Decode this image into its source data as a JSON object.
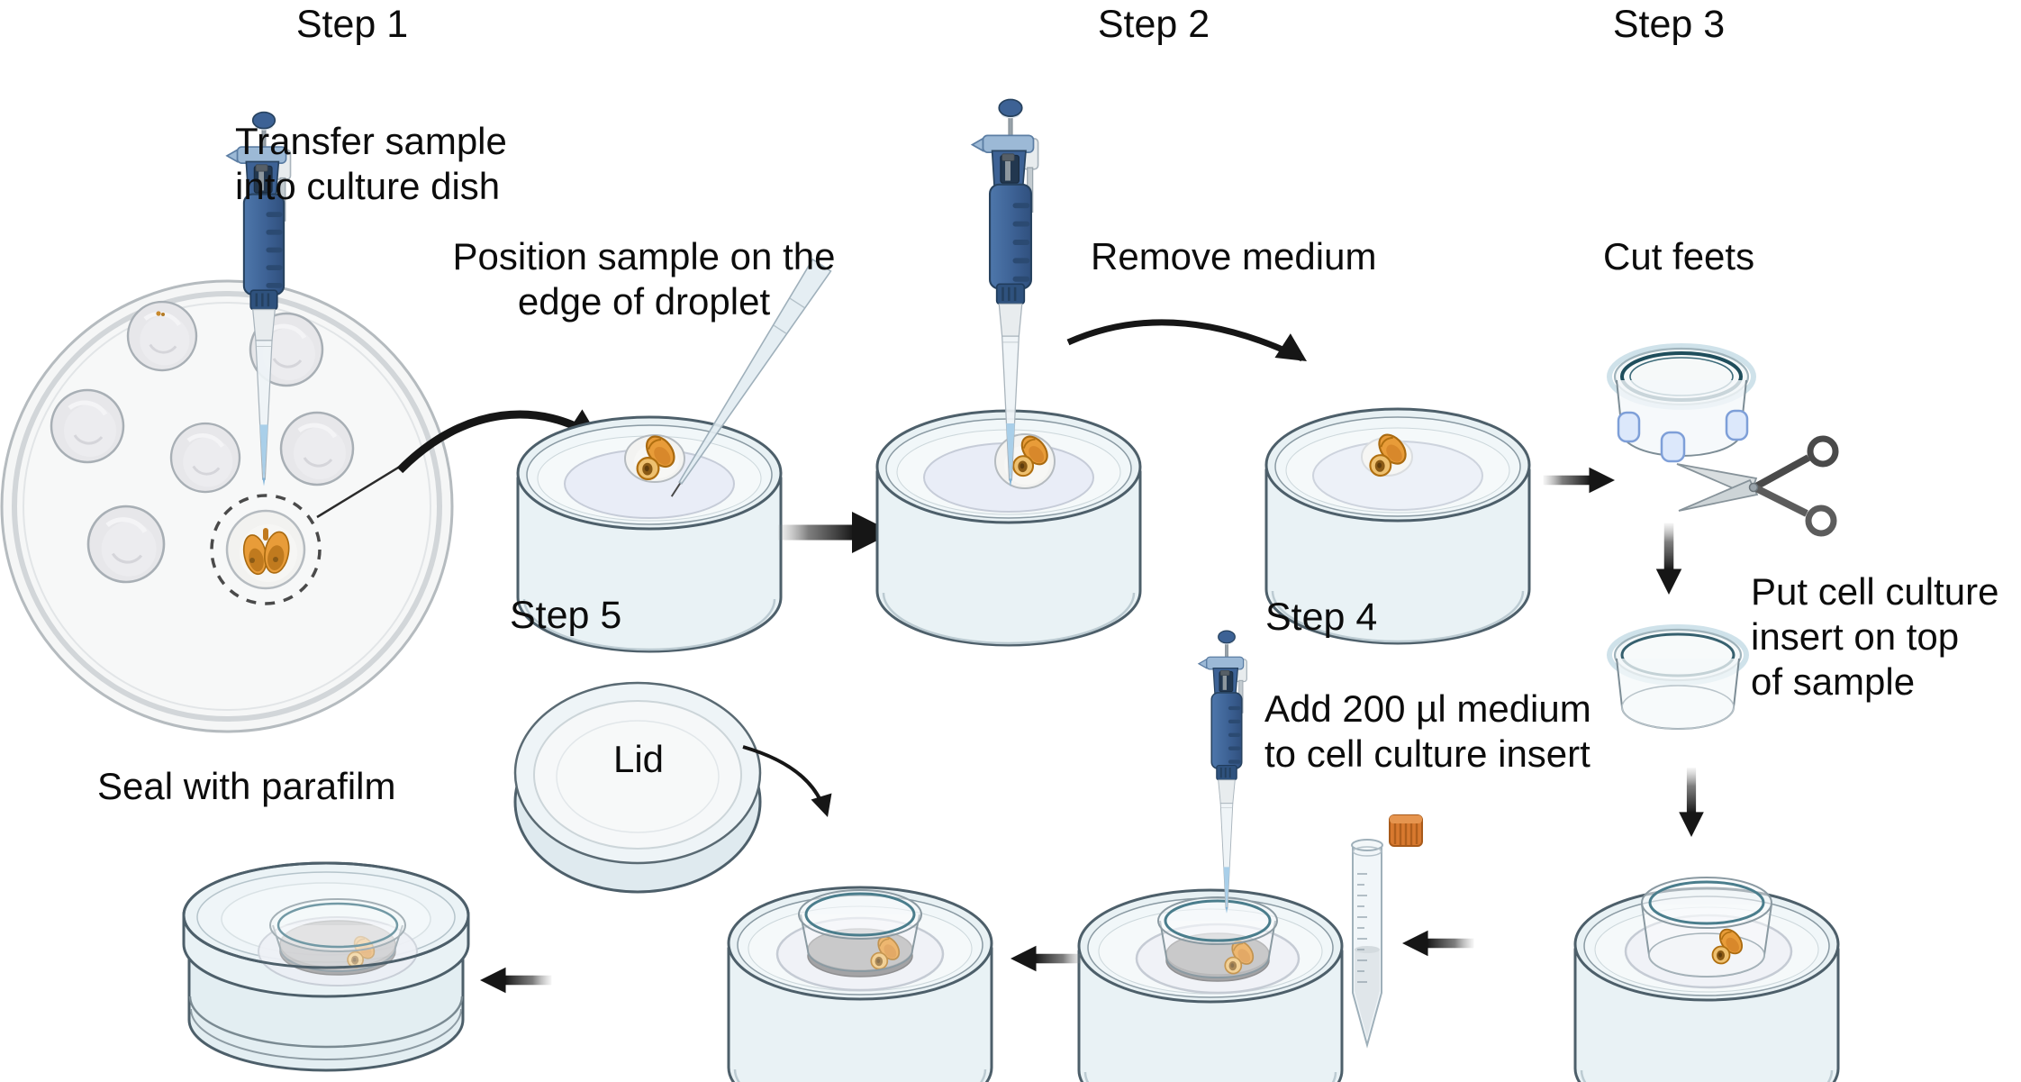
{
  "figure": {
    "type": "protocol-diagram",
    "step_labels": {
      "step1": "Step 1",
      "step2": "Step 2",
      "step3": "Step 3",
      "step4": "Step 4",
      "step5": "Step 5"
    },
    "captions": {
      "transfer": "Transfer sample\ninto culture dish",
      "position": "Position sample on the\nedge of droplet",
      "remove": "Remove medium",
      "cut": "Cut feets",
      "put_insert": "Put cell culture\ninsert on top\nof sample",
      "add_medium": "Add 200 µl medium\nto cell culture insert",
      "lid": "Lid",
      "seal": "Seal with parafilm"
    },
    "colors": {
      "pipette_blue": "#3d6295",
      "pipette_blue_dark": "#27425f",
      "sample_orange": "#e89c39",
      "sample_orange_dark": "#c07a1e",
      "medium_gray": "#b3b3b4",
      "tube_cap_orange": "#d8792f",
      "dish_stroke": "#4d5f6a",
      "insert_rim_teal": "#1f4e5c",
      "insert_foot_blue": "#dce8fb",
      "arrow_black": "#161616"
    }
  }
}
